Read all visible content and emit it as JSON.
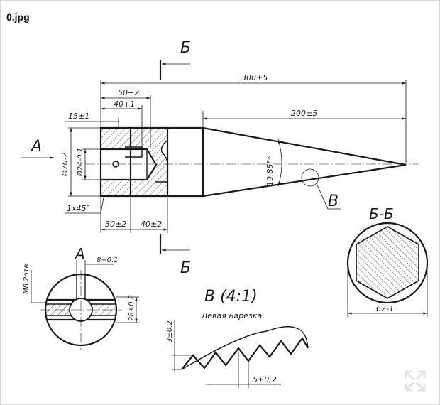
{
  "header": {
    "filename": "0.jpg"
  },
  "drawing": {
    "section_mark": "Б",
    "view_a_mark": "А",
    "detail_mark": "В",
    "section_title": "Б-Б",
    "detail_title": "В (4:1)",
    "detail_note": "Левая нарезка",
    "dimensions": {
      "overall_length": "300±5",
      "cone_length": "200±5",
      "bore_depth": "50+2",
      "slot_depth": "40+1",
      "shoulder": "15±1",
      "outer_diameter": "Ø70-2",
      "bore_diameter": "Ø24-0.1",
      "chamfer": "1x45°",
      "step_1": "30±2",
      "step_2": "40±2",
      "cone_angle": "19,85°*",
      "slot_width": "8+0.1",
      "thread_holes": "M8 2отв.",
      "slot_height": "28+0.2",
      "tooth_height": "3±0,2",
      "tooth_pitch": "5±0,2",
      "hex_size": "62-1"
    }
  },
  "icons": {
    "expand": "expand-icon"
  }
}
